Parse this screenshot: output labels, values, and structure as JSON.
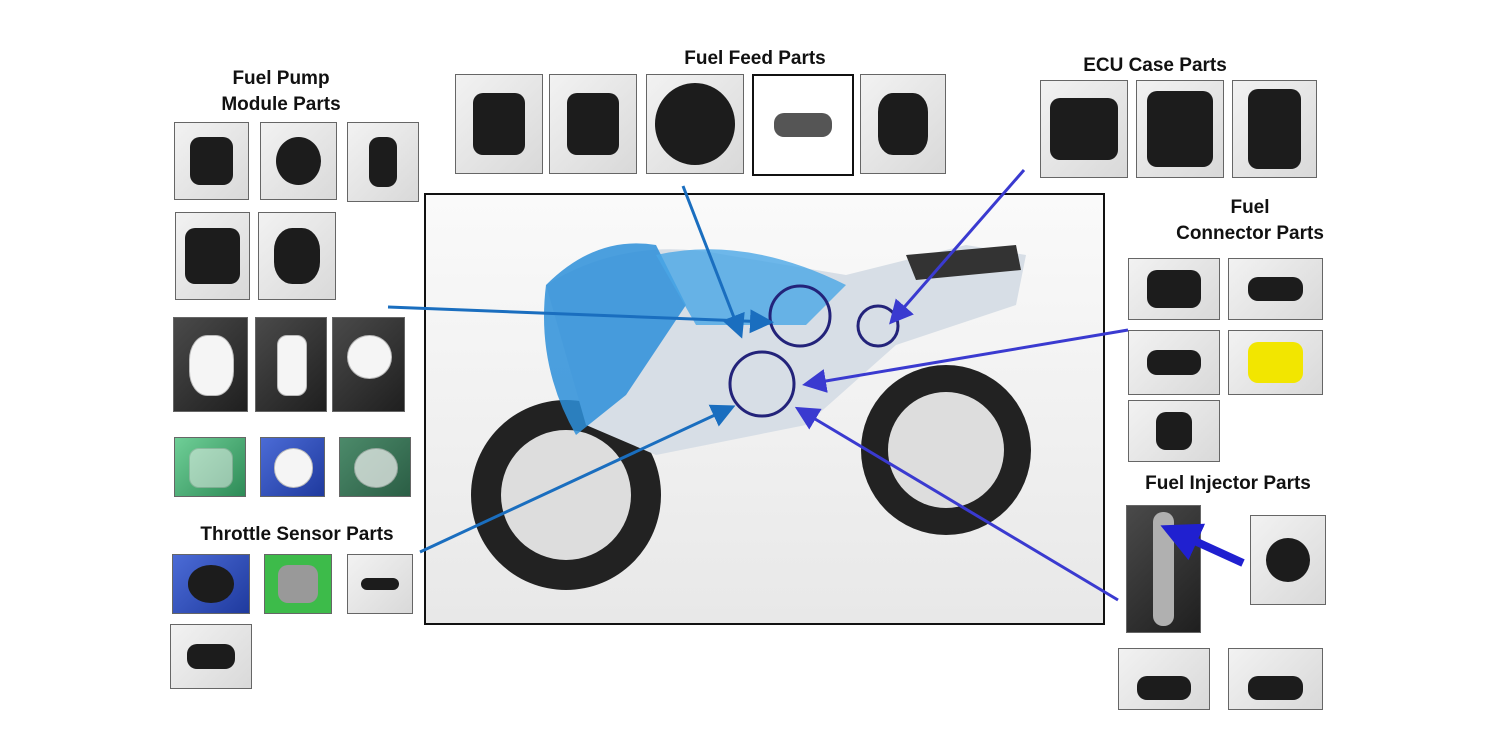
{
  "headings": {
    "fuel_pump_module": [
      "Fuel Pump",
      "Module Parts"
    ],
    "throttle_sensor": "Throttle Sensor Parts",
    "fuel_feed": "Fuel Feed Parts",
    "ecu_case": "ECU Case Parts",
    "fuel_connector": [
      "Fuel",
      "Connector Parts"
    ],
    "fuel_injector": "Fuel Injector Parts"
  },
  "colors": {
    "arrow_blue": "#1a6ebf",
    "arrow_purple": "#3a3ad0",
    "circle": "#23237a"
  }
}
